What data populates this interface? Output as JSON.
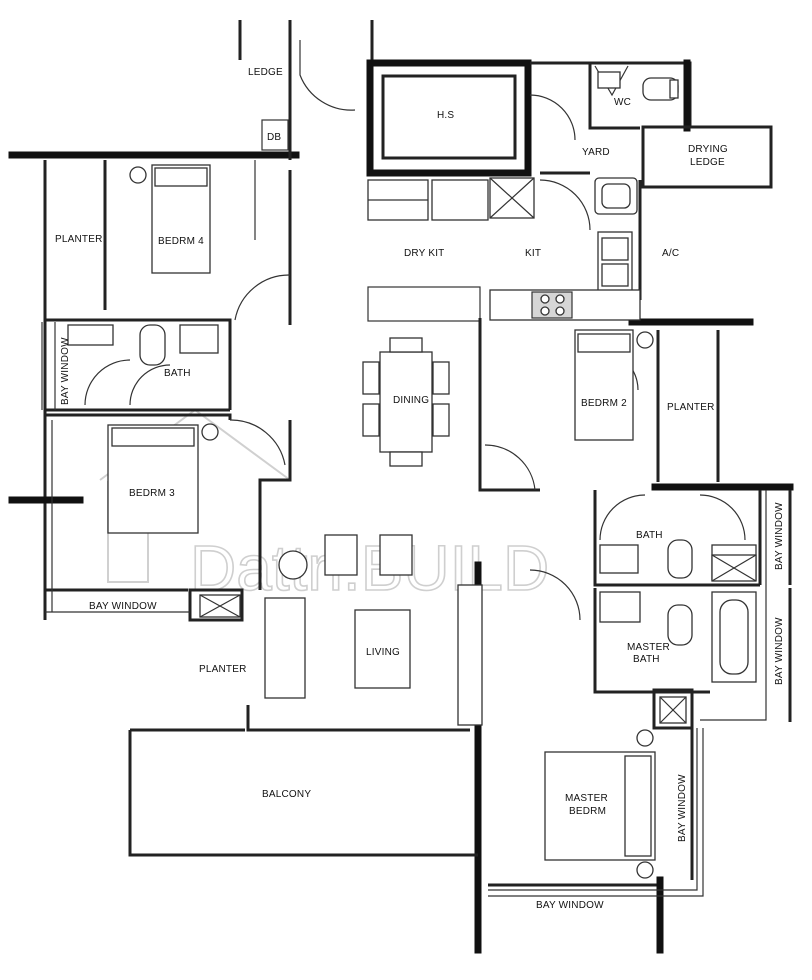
{
  "rooms": {
    "ledge": "LEDGE",
    "db": "DB",
    "hs": "H.S",
    "wc": "WC",
    "yard": "YARD",
    "drying_ledge_line1": "DRYING",
    "drying_ledge_line2": "LEDGE",
    "planter_left": "PLANTER",
    "bedrm4": "BEDRM 4",
    "dry_kit": "DRY KIT",
    "kit": "KIT",
    "ac": "A/C",
    "bay_window_left": "BAY WINDOW",
    "bath_left": "BATH",
    "dining": "DINING",
    "bedrm2": "BEDRM 2",
    "planter_right": "PLANTER",
    "bedrm3": "BEDRM 3",
    "bath_right": "BATH",
    "bay_window_right_top": "BAY WINDOW",
    "bay_window_bedrm3": "BAY WINDOW",
    "planter_bottom": "PLANTER",
    "living": "LIVING",
    "master_bath_line1": "MASTER",
    "master_bath_line2": "BATH",
    "bay_window_master_bath": "BAY WINDOW",
    "balcony": "BALCONY",
    "master_bedrm_line1": "MASTER",
    "master_bedrm_line2": "BEDRM",
    "bay_window_master_side": "BAY WINDOW",
    "bay_window_master_bottom": "BAY WINDOW"
  },
  "watermark": "Dattri.BUILD"
}
